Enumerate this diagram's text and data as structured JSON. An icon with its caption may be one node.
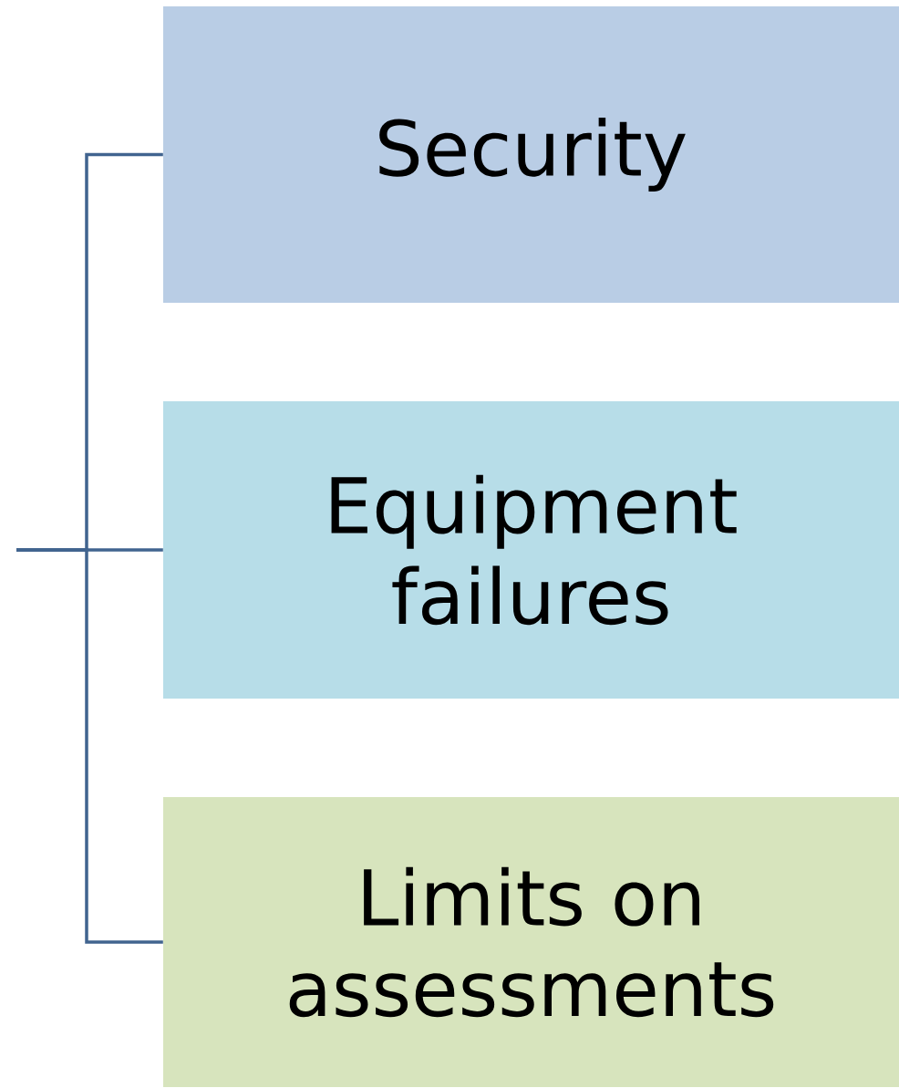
{
  "diagram": {
    "nodes": [
      {
        "text": [
          "Security"
        ]
      },
      {
        "text": [
          "Equipment failures"
        ]
      },
      {
        "text": [
          "Limits on assessments"
        ]
      }
    ],
    "edges": [
      {
        "from": null,
        "to": 0,
        "arrow": "none"
      },
      {
        "from": null,
        "to": 1,
        "arrow": "none"
      },
      {
        "from": null,
        "to": 2,
        "arrow": "none"
      }
    ]
  }
}
